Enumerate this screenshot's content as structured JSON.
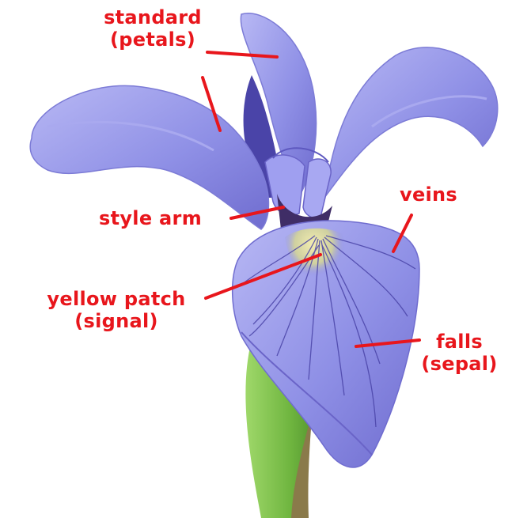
{
  "labels": {
    "standard_line1": "standard",
    "standard_line2": "(petals)",
    "style_arm": "style arm",
    "veins": "veins",
    "yellow_patch_line1": "yellow patch",
    "yellow_patch_line2": "(signal)",
    "falls_line1": "falls",
    "falls_line2": "(sepal)"
  },
  "colors": {
    "label": "#e8161c",
    "leader_line": "#e8161c",
    "petal": "#8f90e6",
    "petal_light": "#b3b3f2",
    "petal_dark": "#6a64c8",
    "signal": "#e8e0a0",
    "stem": "#7fbf4a",
    "stem_dark": "#5a9a35",
    "background": "#ffffff"
  }
}
